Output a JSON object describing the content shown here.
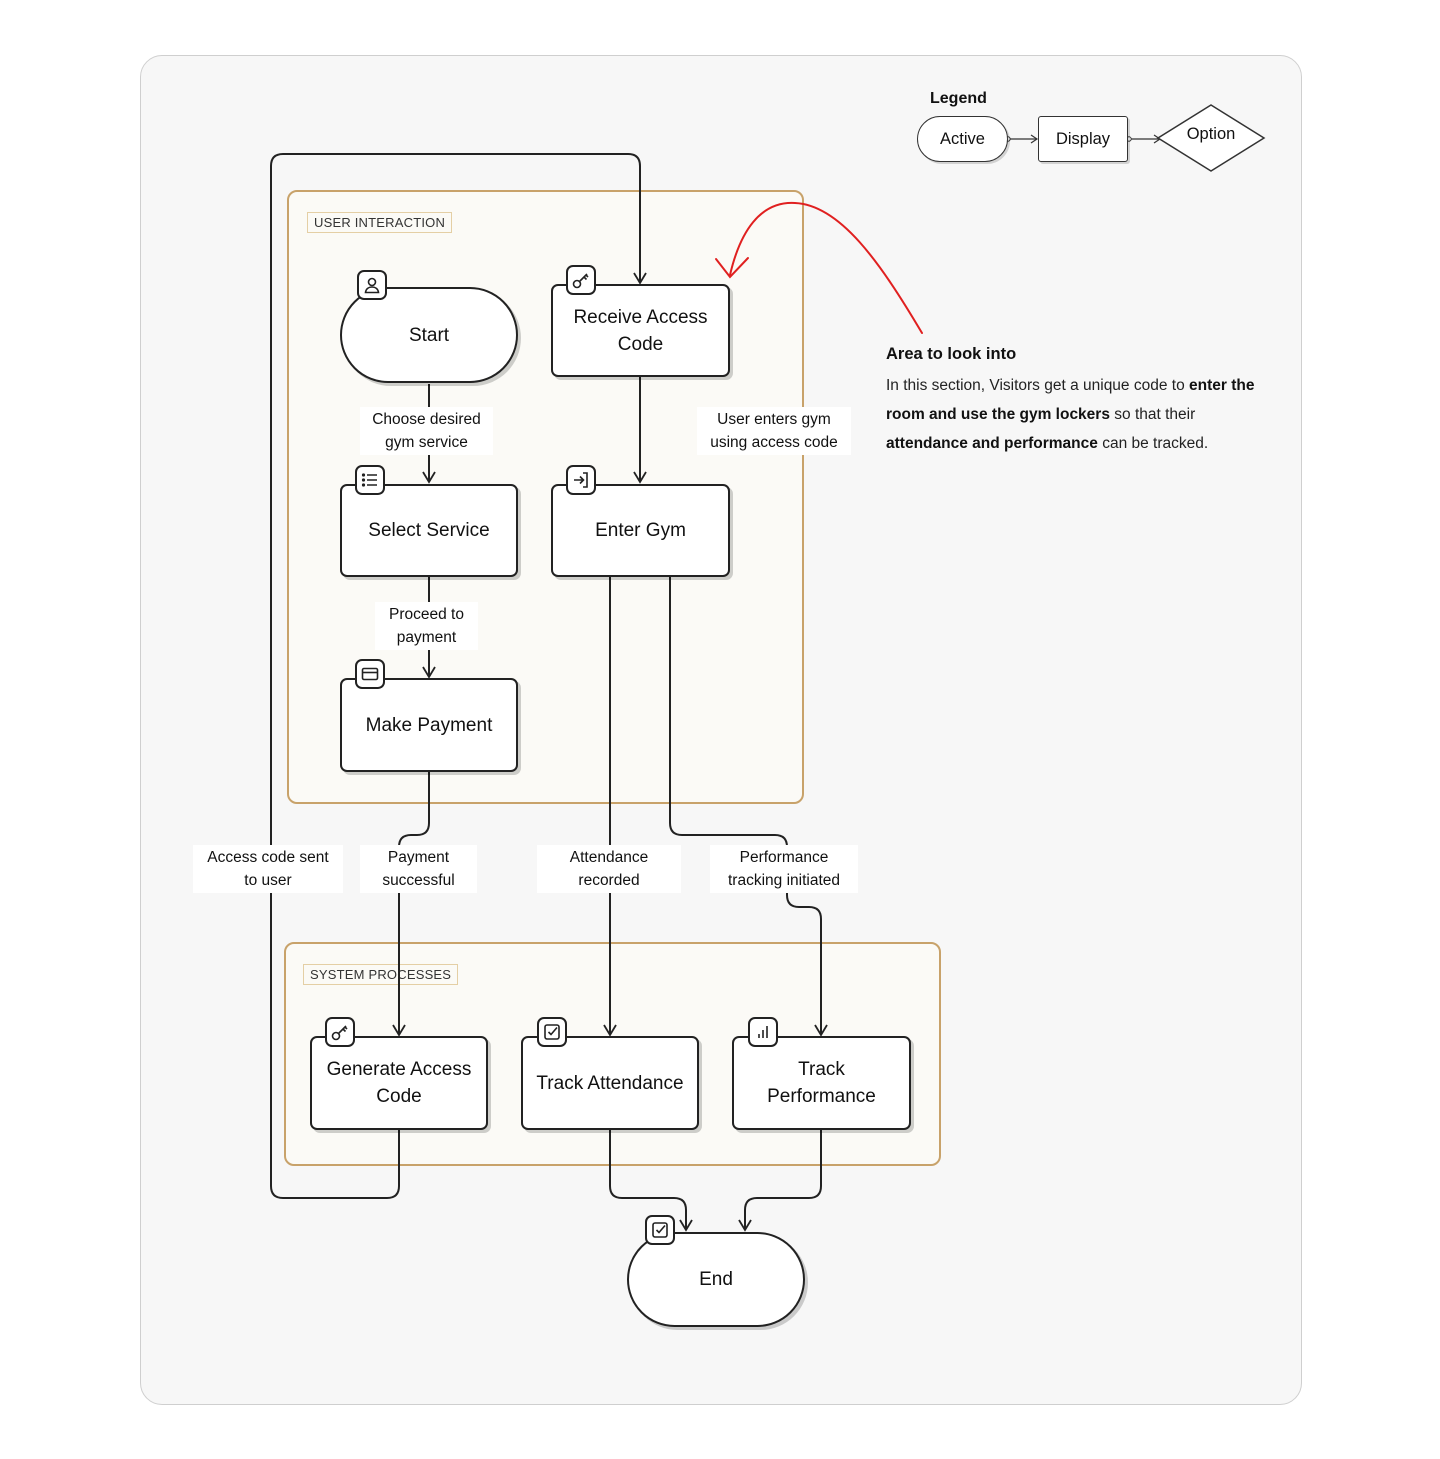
{
  "legend": {
    "title": "Legend",
    "active": "Active",
    "display": "Display",
    "option": "Option"
  },
  "groups": {
    "user": "USER INTERACTION",
    "system": "SYSTEM PROCESSES"
  },
  "nodes": {
    "start": "Start",
    "receive": "Receive Access Code",
    "select": "Select Service",
    "enter": "Enter Gym",
    "payment": "Make Payment",
    "generate": "Generate Access Code",
    "attendance": "Track Attendance",
    "performance": "Track Performance",
    "end": "End"
  },
  "edges": {
    "choose": "Choose desired gym service",
    "proceed": "Proceed to payment",
    "enters": "User enters gym using access code",
    "sent": "Access code sent to user",
    "paid": "Payment successful",
    "recorded": "Attendance recorded",
    "perf": "Performance tracking initiated"
  },
  "note": {
    "title": "Area to look into",
    "t1": "In this section, Visitors get a unique code to ",
    "b1": "enter the room and use the gym lockers",
    "t2": " so that their ",
    "b2": "attendance and performance",
    "t3": " can be tracked."
  },
  "colors": {
    "accent": "#e02020",
    "group_border": "#c8a26a"
  },
  "icons": {
    "start": "user-icon",
    "receive": "key-icon",
    "select": "list-icon",
    "enter": "login-icon",
    "payment": "credit-card-icon",
    "generate": "key-icon",
    "attendance": "check-square-icon",
    "performance": "bar-chart-icon",
    "end": "check-square-icon"
  }
}
